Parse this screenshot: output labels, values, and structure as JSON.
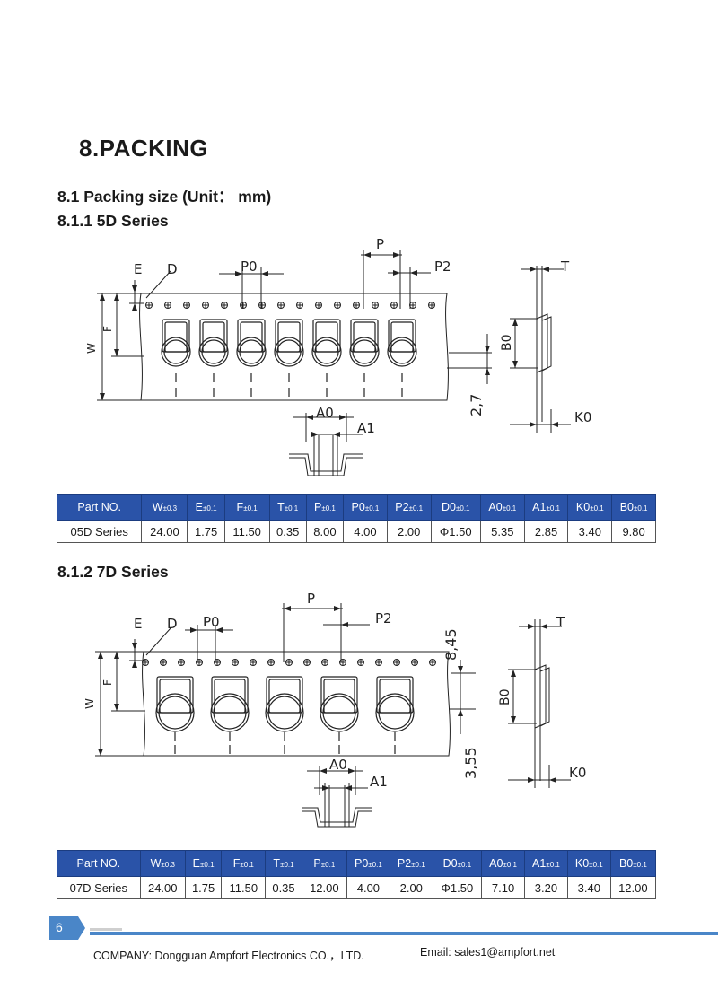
{
  "section_title": "8.PACKING",
  "packing_size_title": "8.1 Packing size (Unit： mm)",
  "series_5d": {
    "title": "8.1.1  5D Series",
    "drawing": {
      "labels": {
        "E": "E",
        "D": "D",
        "P0": "P0",
        "P": "P",
        "P2": "P2",
        "W": "W",
        "F": "F",
        "A0": "A0",
        "A1": "A1",
        "T": "T",
        "B0": "B0",
        "K0": "K0",
        "dim": "2,7"
      }
    },
    "table": {
      "headers": [
        {
          "sym": "Part NO.",
          "tol": ""
        },
        {
          "sym": "W",
          "tol": "±0.3"
        },
        {
          "sym": "E",
          "tol": "±0.1"
        },
        {
          "sym": "F",
          "tol": "±0.1"
        },
        {
          "sym": "T",
          "tol": "±0.1"
        },
        {
          "sym": "P",
          "tol": "±0.1"
        },
        {
          "sym": "P0",
          "tol": "±0.1"
        },
        {
          "sym": "P2",
          "tol": "±0.1"
        },
        {
          "sym": "D0",
          "tol": "±0.1"
        },
        {
          "sym": "A0",
          "tol": "±0.1"
        },
        {
          "sym": "A1",
          "tol": "±0.1"
        },
        {
          "sym": "K0",
          "tol": "±0.1"
        },
        {
          "sym": "B0",
          "tol": "±0.1"
        }
      ],
      "row": [
        "05D Series",
        "24.00",
        "1.75",
        "11.50",
        "0.35",
        "8.00",
        "4.00",
        "2.00",
        "Φ1.50",
        "5.35",
        "2.85",
        "3.40",
        "9.80"
      ]
    }
  },
  "series_7d": {
    "title": "8.1.2  7D Series",
    "drawing": {
      "labels": {
        "E": "E",
        "D": "D",
        "P0": "P0",
        "P": "P",
        "P2": "P2",
        "W": "W",
        "F": "F",
        "A0": "A0",
        "A1": "A1",
        "T": "T",
        "B0": "B0",
        "K0": "K0",
        "dim_top": "8,45",
        "dim": "3,55"
      }
    },
    "table": {
      "headers": [
        {
          "sym": "Part NO.",
          "tol": ""
        },
        {
          "sym": "W",
          "tol": "±0.3"
        },
        {
          "sym": "E",
          "tol": "±0.1"
        },
        {
          "sym": "F",
          "tol": "±0.1"
        },
        {
          "sym": "T",
          "tol": "±0.1"
        },
        {
          "sym": "P",
          "tol": "±0.1"
        },
        {
          "sym": "P0",
          "tol": "±0.1"
        },
        {
          "sym": "P2",
          "tol": "±0.1"
        },
        {
          "sym": "D0",
          "tol": "±0.1"
        },
        {
          "sym": "A0",
          "tol": "±0.1"
        },
        {
          "sym": "A1",
          "tol": "±0.1"
        },
        {
          "sym": "K0",
          "tol": "±0.1"
        },
        {
          "sym": "B0",
          "tol": "±0.1"
        }
      ],
      "row": [
        "07D Series",
        "24.00",
        "1.75",
        "11.50",
        "0.35",
        "12.00",
        "4.00",
        "2.00",
        "Φ1.50",
        "7.10",
        "3.20",
        "3.40",
        "12.00"
      ]
    }
  },
  "footer": {
    "page_number": "6",
    "company": "COMPANY: Dongguan Ampfort Electronics CO.，LTD.",
    "email": "Email: sales1@ampfort.net"
  },
  "colors": {
    "header_blue": "#2a53a8",
    "footer_blue": "#4a86c8"
  }
}
